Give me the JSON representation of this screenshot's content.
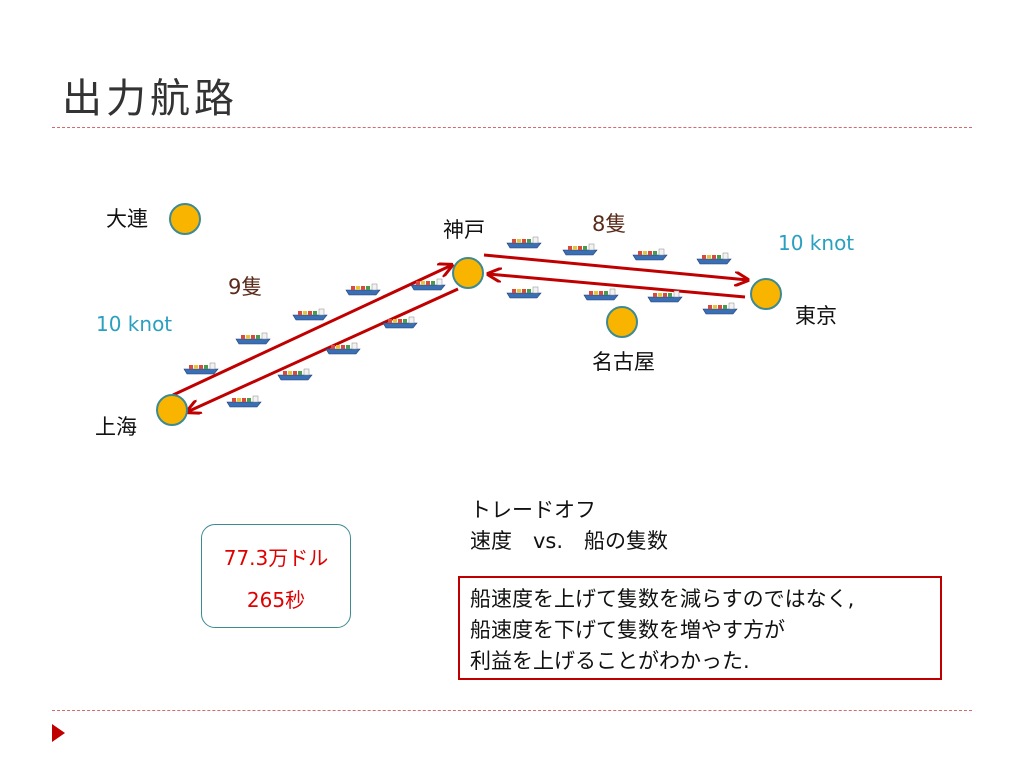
{
  "title": "出力航路",
  "ports": {
    "dalian": "大連",
    "kobe": "神戸",
    "tokyo": "東京",
    "nagoya": "名古屋",
    "shanghai": "上海"
  },
  "routes": {
    "kobe_tokyo": {
      "ships": "8隻",
      "speed": "10 knot"
    },
    "shanghai_kobe": {
      "ships": "9隻",
      "speed": "10 knot"
    }
  },
  "result": {
    "cost": "77.3万ドル",
    "time": "265秒"
  },
  "tradeoff": {
    "line1": "トレードオフ",
    "line2": "速度　vs.　船の隻数"
  },
  "conclusion": {
    "line1": "船速度を上げて隻数を減らすのではなく,",
    "line2": "船速度を下げて隻数を増やす方が",
    "line3": "利益を上げることがわかった."
  },
  "colors": {
    "port_fill": "#f9b400",
    "port_stroke": "#3d8a93",
    "route_arrow": "#c00000",
    "speed_text": "#2aa0c0"
  }
}
